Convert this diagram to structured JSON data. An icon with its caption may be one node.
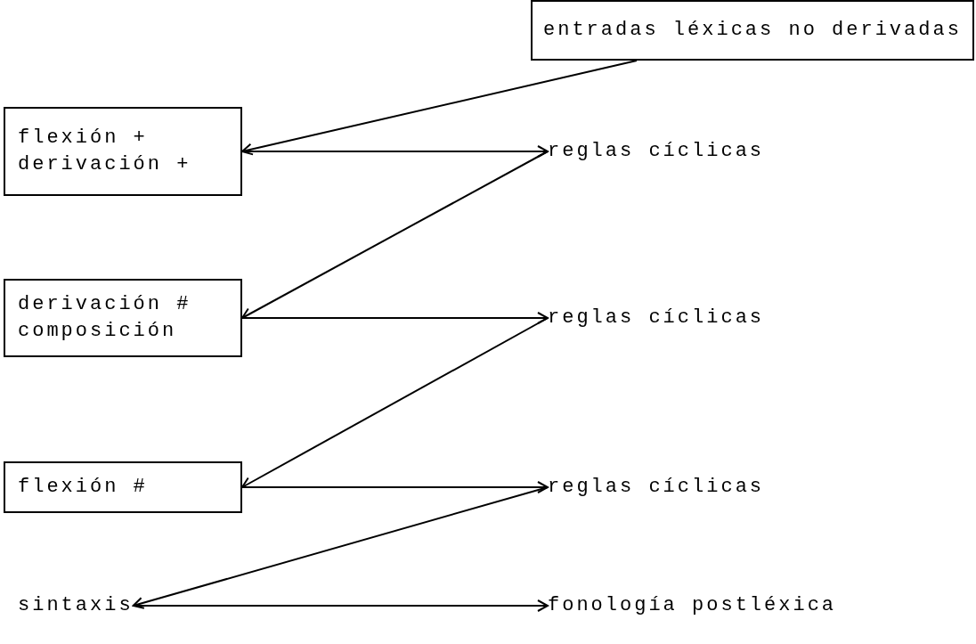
{
  "diagram": {
    "nodes": [
      {
        "text": [
          "entradas léxicas no derivadas"
        ]
      },
      {
        "text": [
          "flexión + derivación +"
        ]
      },
      {
        "text": [
          "reglas cíclicas"
        ]
      },
      {
        "text": [
          "derivación # composición"
        ]
      },
      {
        "text": [
          "reglas cíclicas"
        ]
      },
      {
        "text": [
          "flexión #"
        ]
      },
      {
        "text": [
          "reglas cíclicas"
        ]
      },
      {
        "text": [
          "sintaxis"
        ]
      },
      {
        "text": [
          "fonología postléxica"
        ]
      }
    ],
    "edges": [
      {
        "from": 0,
        "to": 1,
        "arrow": "to"
      },
      {
        "from": 1,
        "to": 2,
        "arrow": "to"
      },
      {
        "from": 2,
        "to": 3,
        "arrow": "to"
      },
      {
        "from": 3,
        "to": 4,
        "arrow": "to"
      },
      {
        "from": 4,
        "to": 5,
        "arrow": "to"
      },
      {
        "from": 5,
        "to": 6,
        "arrow": "to"
      },
      {
        "from": 6,
        "to": 7,
        "arrow": "to"
      },
      {
        "from": 7,
        "to": 8,
        "arrow": "to"
      }
    ]
  }
}
